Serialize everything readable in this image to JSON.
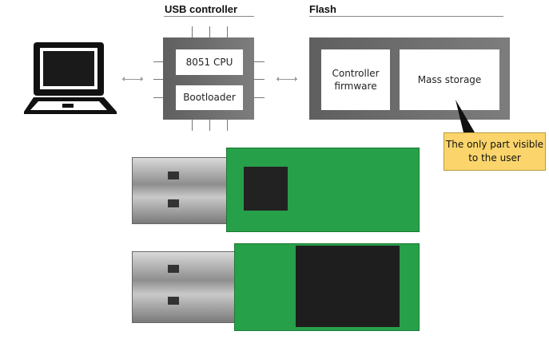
{
  "headers": {
    "usb_controller": "USB controller",
    "flash": "Flash"
  },
  "usb_controller": {
    "cpu": "8051 CPU",
    "bootloader": "Bootloader"
  },
  "flash": {
    "firmware": "Controller firmware",
    "storage": "Mass storage"
  },
  "callout": "The only part visible to the user",
  "icons": [
    "laptop-icon",
    "bidirectional-arrow-icon"
  ],
  "colors": {
    "chip": "#6e6e6e",
    "callout": "#fbd56b",
    "pcb": "#27a04a"
  }
}
